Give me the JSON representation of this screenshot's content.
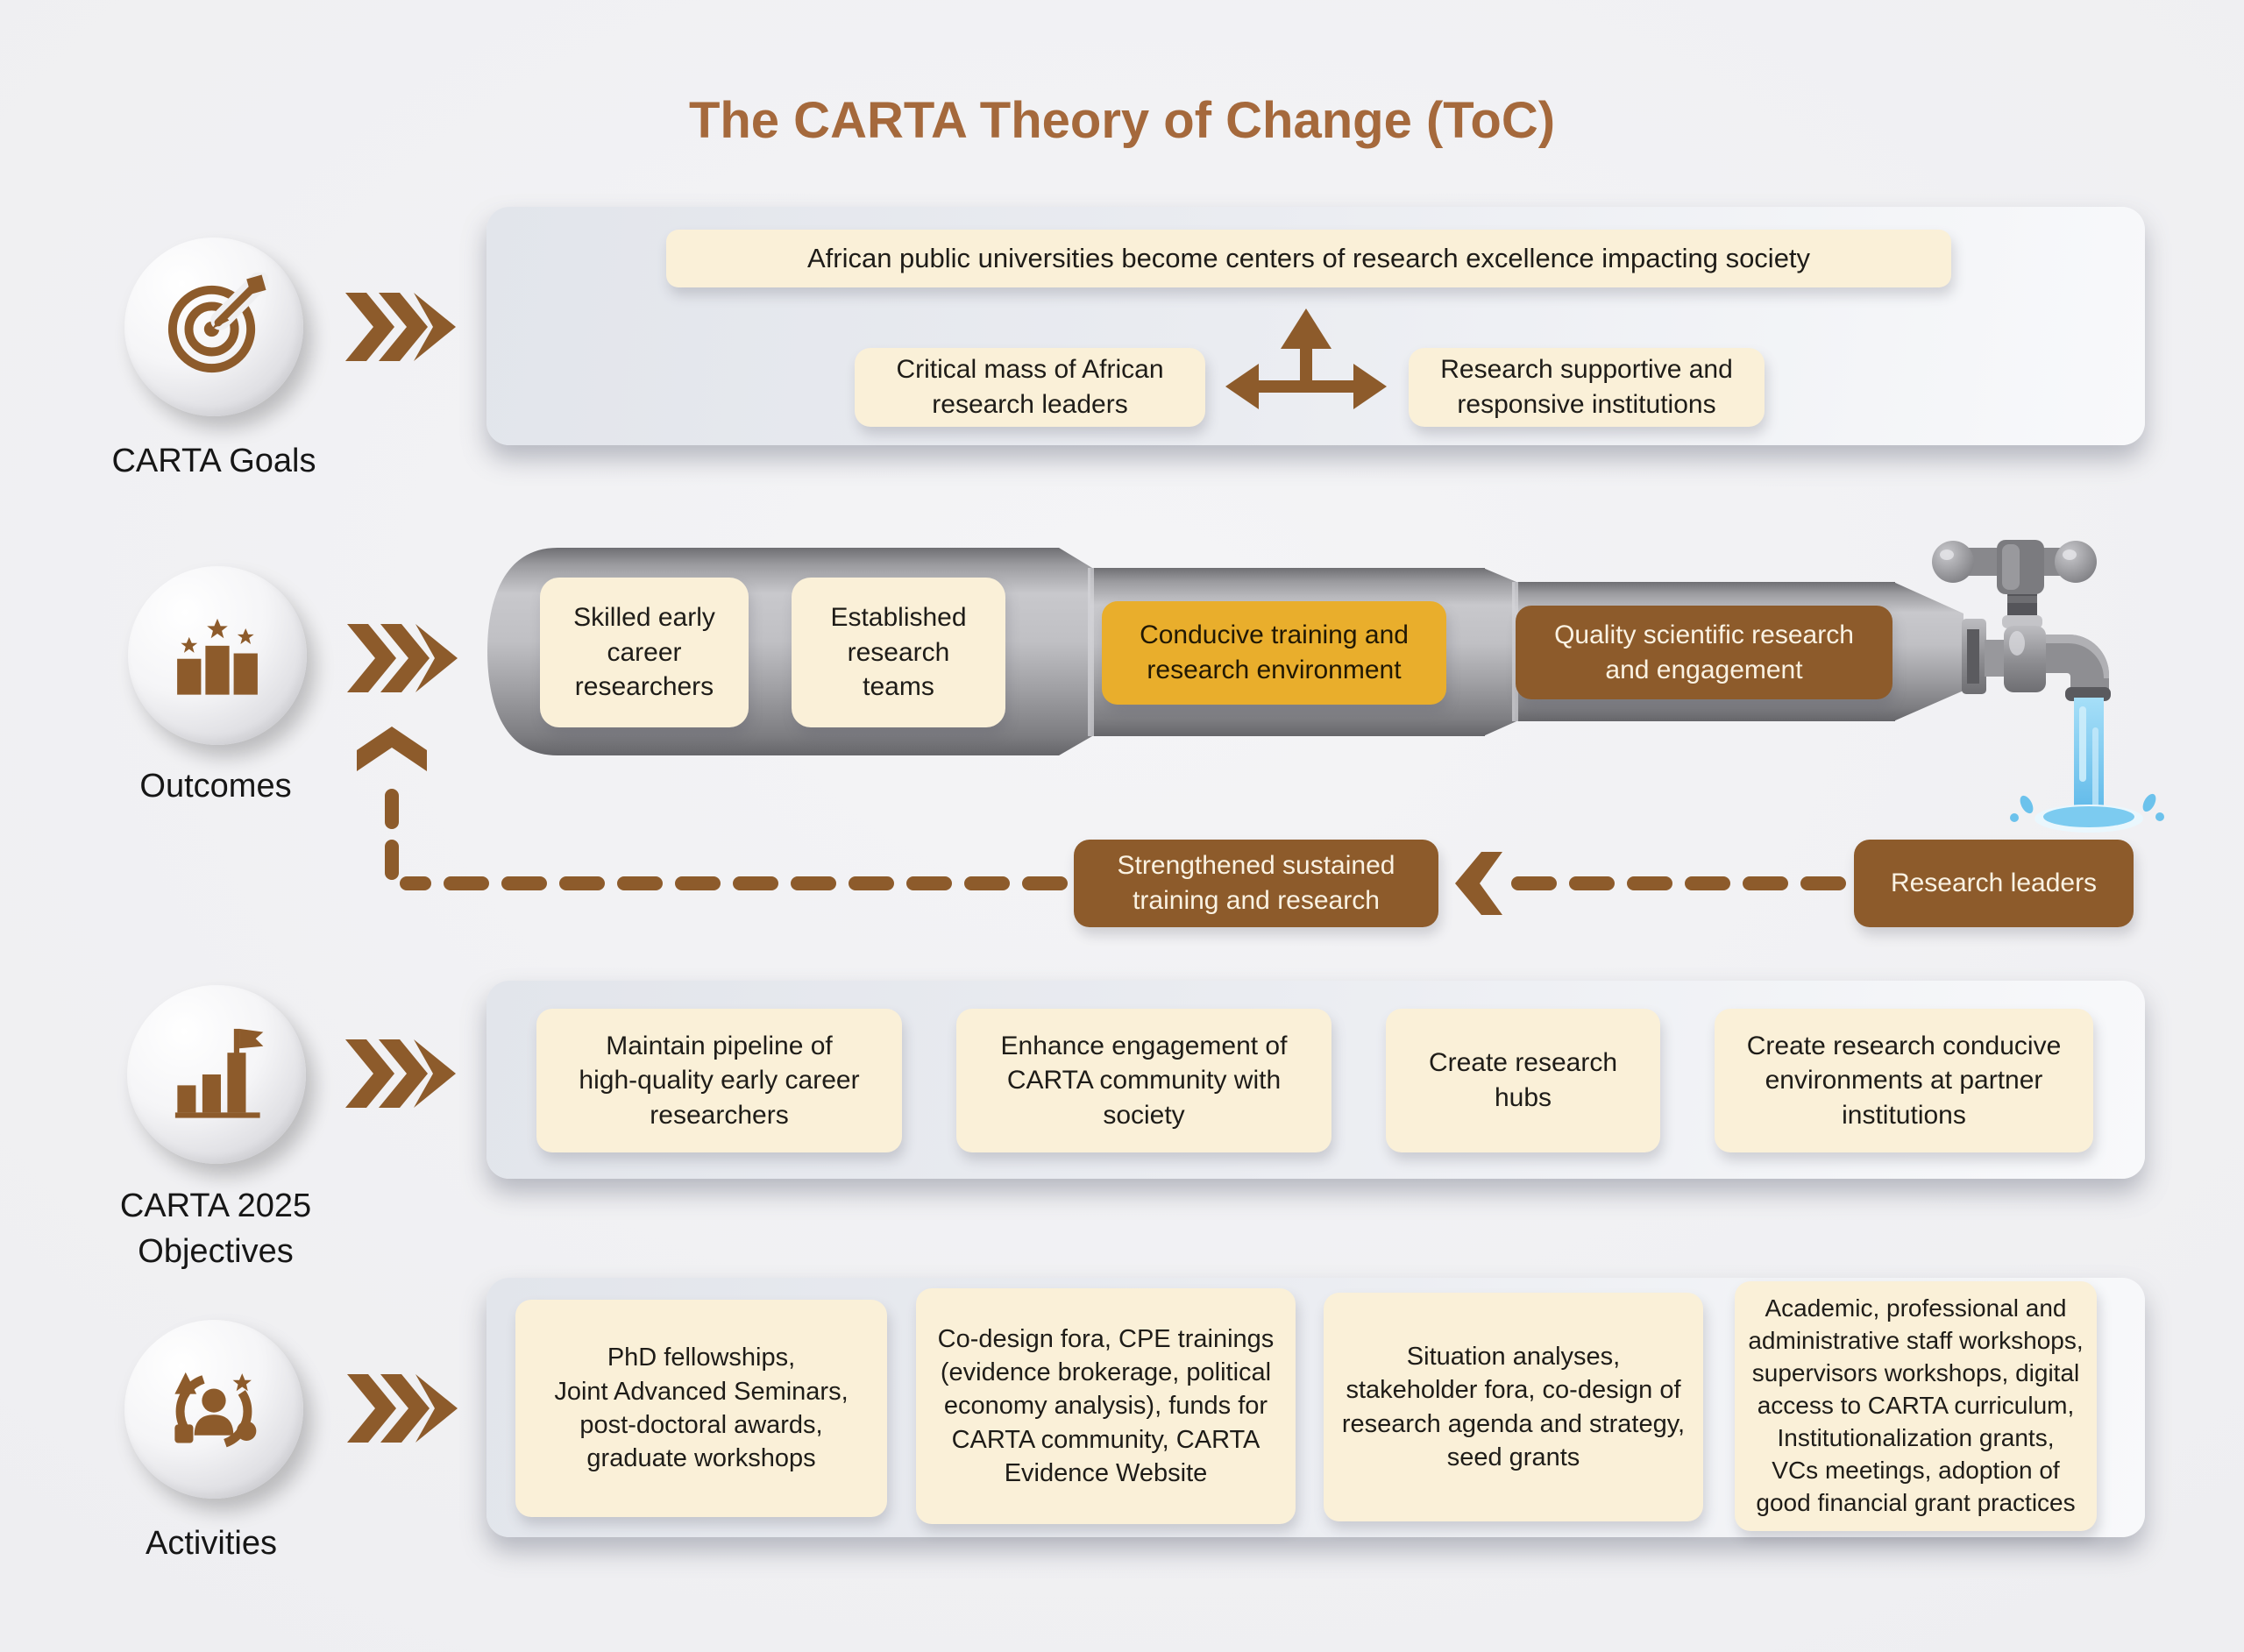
{
  "title": "The CARTA Theory of Change (ToC)",
  "colors": {
    "accent_brown": "#8D5B2B",
    "title_brown": "#A5693C",
    "cream_box": "#FAF0D8",
    "yellow_box": "#E9AE2C",
    "water_blue": "#7CCBF0"
  },
  "rows": {
    "goals": {
      "label": "CARTA Goals",
      "icon": "target-dart-icon",
      "banner": "African public universities become centers of research excellence impacting society",
      "box_left": "Critical mass of African\nresearch leaders",
      "box_right": "Research supportive and\nresponsive institutions"
    },
    "outcomes": {
      "label": "Outcomes",
      "icon": "podium-stars-icon",
      "pipe_boxes": {
        "skilled": "Skilled early\ncareer\nresearchers",
        "established": "Established\nresearch\nteams",
        "conducive": "Conducive training and\nresearch environment",
        "quality": "Quality scientific research\nand engagement"
      },
      "feedback_box": "Strengthened sustained\ntraining and research",
      "leaders_box": "Research leaders"
    },
    "objectives": {
      "label": "CARTA 2025\nObjectives",
      "icon": "bar-chart-flag-icon",
      "boxes": [
        "Maintain pipeline of\nhigh-quality early career\nresearchers",
        "Enhance engagement of\nCARTA community with\nsociety",
        "Create research\nhubs",
        "Create research conducive\nenvironments at partner\ninstitutions"
      ]
    },
    "activities": {
      "label": "Activities",
      "icon": "people-shapes-icon",
      "boxes": [
        "PhD fellowships,\nJoint Advanced Seminars,\npost-doctoral awards,\ngraduate workshops",
        "Co-design fora, CPE trainings\n(evidence brokerage, political\neconomy analysis), funds for\nCARTA community, CARTA\nEvidence Website",
        "Situation analyses,\nstakeholder fora, co-design of\nresearch agenda and strategy,\nseed grants",
        "Academic, professional and\nadministrative staff workshops,\nsupervisors workshops, digital\naccess to CARTA curriculum,\nInstitutionalization grants,\nVCs meetings, adoption of\ngood financial grant practices"
      ]
    }
  }
}
